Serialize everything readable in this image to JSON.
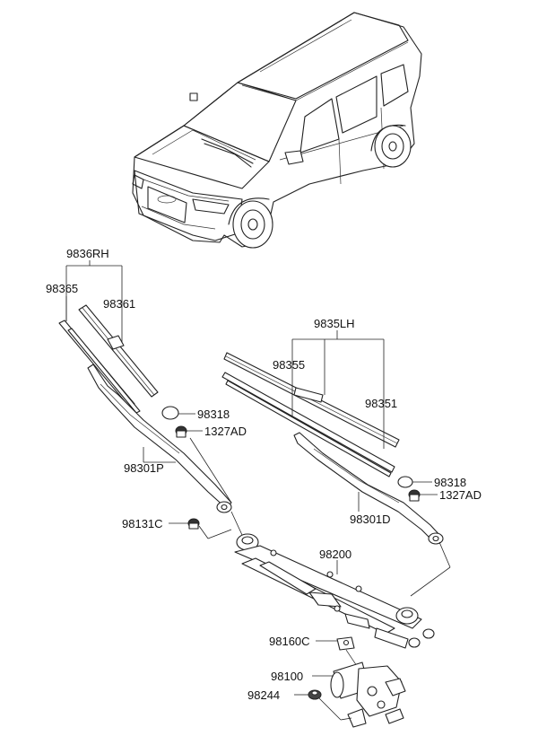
{
  "labels": {
    "rh_set": "9836RH",
    "rh_blade_a": "98365",
    "rh_blade_b": "98361",
    "lh_set": "9835LH",
    "lh_blade_a": "98355",
    "lh_blade_b": "98351",
    "cap_upper": "98318",
    "nut_upper": "1327AD",
    "arm_passenger": "98301P",
    "cap_lower": "98318",
    "nut_lower": "1327AD",
    "arm_driver": "98301D",
    "bolt_left": "98131C",
    "linkage": "98200",
    "bracket_bolt": "98160C",
    "motor": "98100",
    "grommet": "98244"
  }
}
